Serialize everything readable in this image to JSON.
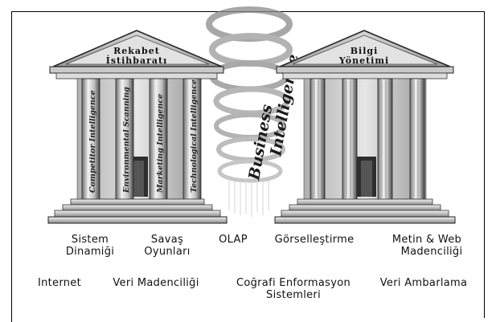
{
  "left_temple": {
    "title_line1": "Rekabet",
    "title_line2": "İstihbaratı",
    "columns": [
      "Competitor Intelligence",
      "Environmental Scanning",
      "Marketing Intelligence",
      "Technological Intelligence"
    ]
  },
  "right_temple": {
    "title_line1": "Bilgi",
    "title_line2": "Yönetimi"
  },
  "center": {
    "line1": "Business",
    "line2": "Intelligence"
  },
  "labels_row1": {
    "sistem_1": "Sistem",
    "sistem_2": "Dinamiği",
    "savas_1": "Savaş",
    "savas_2": "Oyunları",
    "olap": "OLAP",
    "gorsel": "Görselleştirme",
    "metin_1": "Metin & Web",
    "metin_2": "Madenciliği"
  },
  "labels_row2": {
    "internet": "Internet",
    "veri_mad": "Veri Madenciliği",
    "cografi_1": "Coğrafi Enformasyon",
    "cografi_2": "Sistemleri",
    "veri_amb": "Veri Ambarlama"
  }
}
